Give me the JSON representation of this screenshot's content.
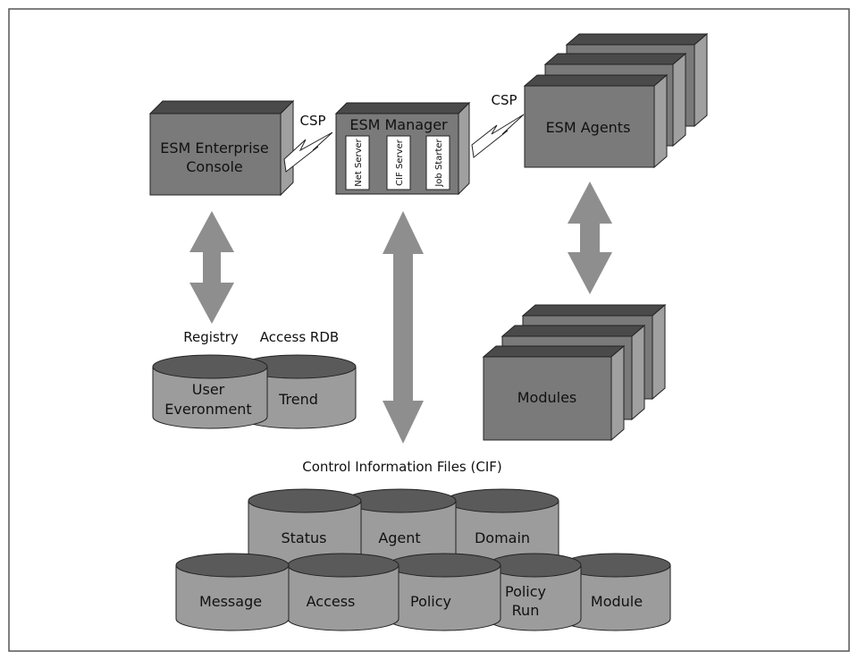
{
  "components": {
    "console": {
      "line1": "ESM Enterprise",
      "line2": "Console"
    },
    "manager": {
      "title": "ESM Manager",
      "services": [
        "Net Server",
        "CIF Server",
        "Job Starter"
      ]
    },
    "agents": {
      "label": "ESM Agents"
    },
    "modules": {
      "label": "Modules"
    }
  },
  "protocols": {
    "left": "CSP",
    "right": "CSP"
  },
  "databases": {
    "registry_label": "Registry",
    "access_rdb_label": "Access RDB",
    "user_env": {
      "line1": "User",
      "line2": "Everonment"
    },
    "trend": "Trend"
  },
  "cif": {
    "title": "Control Information Files (CIF)",
    "top_row": [
      "Status",
      "Agent",
      "Domain"
    ],
    "bottom_row": {
      "message": "Message",
      "access": "Access",
      "policy": "Policy",
      "policy_run_1": "Policy",
      "policy_run_2": "Run",
      "module": "Module"
    }
  },
  "colors": {
    "box_front": "#7a7a7a",
    "box_top": "#4a4a4a",
    "box_side": "#a0a0a0",
    "arrow": "#8e8e8e",
    "cyl_body": "#9c9c9c",
    "cyl_top": "#5a5a5a",
    "border": "#555555"
  }
}
